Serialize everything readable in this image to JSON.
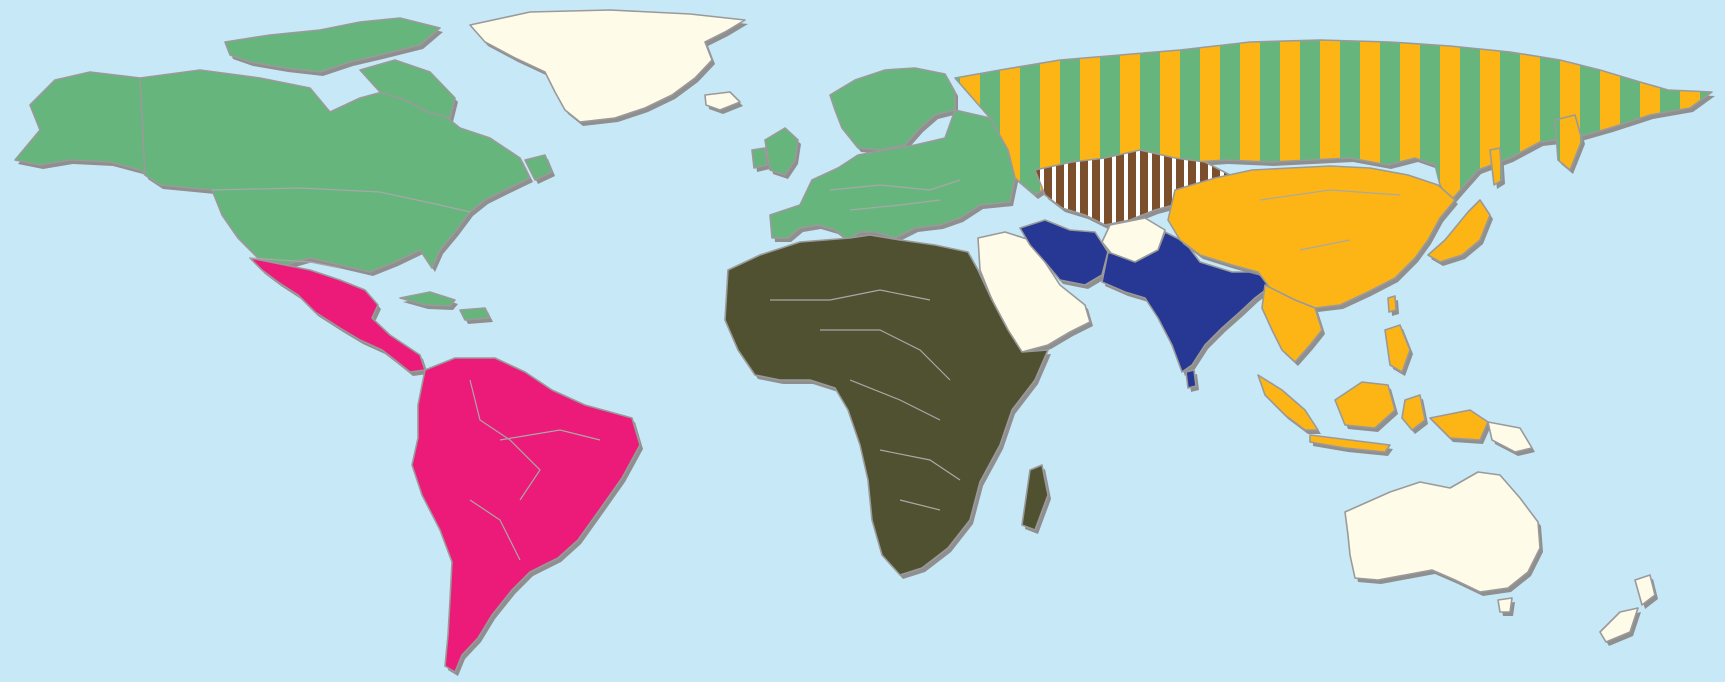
{
  "map": {
    "type": "world-regions-choropleth",
    "colors": {
      "ocean": "#c7e8f7",
      "shadow": "#8f8f8f",
      "border": "#9a9a9a",
      "green": "#66b57c",
      "cream": "#fffbe9",
      "orange": "#fdb515",
      "magenta": "#ec1a78",
      "olive": "#4f5131",
      "navy": "#263794",
      "brown": "#7b4f2c"
    },
    "regions": [
      {
        "id": "north-america",
        "fill": "green"
      },
      {
        "id": "greenland",
        "fill": "cream"
      },
      {
        "id": "mexico-central-america",
        "fill": "magenta"
      },
      {
        "id": "caribbean",
        "fill": "green"
      },
      {
        "id": "south-america",
        "fill": "magenta"
      },
      {
        "id": "europe",
        "fill": "green"
      },
      {
        "id": "russia",
        "fill": "orange-green-stripes"
      },
      {
        "id": "central-asia",
        "fill": "brown-white-stripes"
      },
      {
        "id": "middle-east",
        "fill": "cream"
      },
      {
        "id": "iran-pakistan-india",
        "fill": "navy"
      },
      {
        "id": "africa",
        "fill": "olive"
      },
      {
        "id": "east-southeast-asia",
        "fill": "orange"
      },
      {
        "id": "japan",
        "fill": "orange"
      },
      {
        "id": "australia-oceania",
        "fill": "cream"
      }
    ]
  }
}
